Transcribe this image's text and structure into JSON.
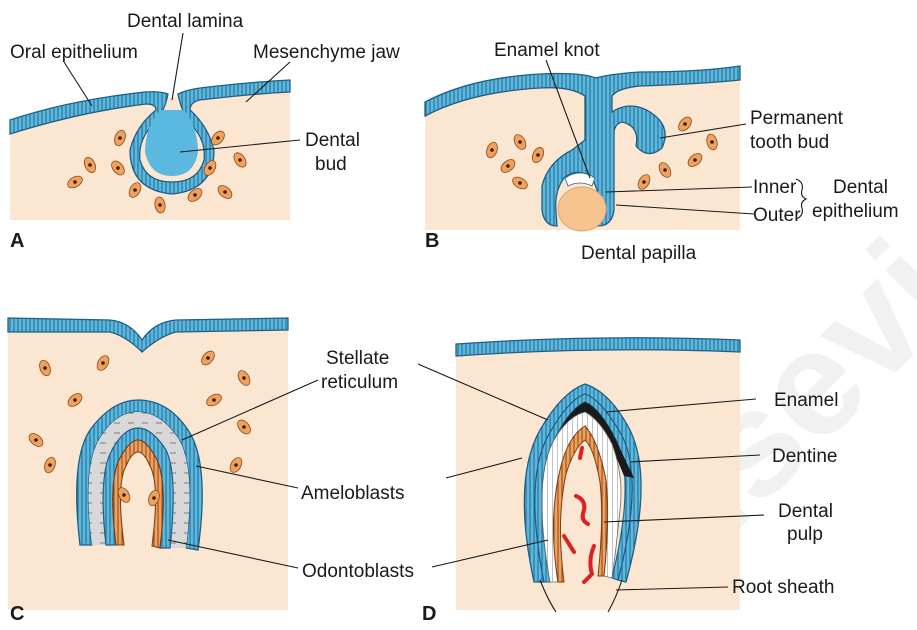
{
  "panels": {
    "a": "A",
    "b": "B",
    "c": "C",
    "d": "D"
  },
  "labels": {
    "oral_epithelium": "Oral epithelium",
    "dental_lamina": "Dental lamina",
    "mesenchyme_jaw": "Mesenchyme jaw",
    "dental_bud_line1": "Dental",
    "dental_bud_line2": "bud",
    "enamel_knot": "Enamel knot",
    "permanent_line1": "Permanent",
    "permanent_line2": "tooth bud",
    "inner": "Inner",
    "outer": "Outer",
    "dental_epithelium_line1": "Dental",
    "dental_epithelium_line2": "epithelium",
    "dental_papilla": "Dental papilla",
    "stellate_line1": "Stellate",
    "stellate_line2": "reticulum",
    "ameloblasts": "Ameloblasts",
    "odontoblasts": "Odontoblasts",
    "enamel": "Enamel",
    "dentine": "Dentine",
    "dental_pulp_line1": "Dental",
    "dental_pulp_line2": "pulp",
    "root_sheath": "Root sheath"
  },
  "watermark": "Elsevier",
  "colors": {
    "epithelium": "#5bb8de",
    "mesenchyme": "#fbe6d2",
    "mesenchymal_cell": "#f0a15d",
    "stellate_reticulum": "#d8d8d8",
    "enamel": "#1a1a1a",
    "pulp_vessels": "#e02020"
  }
}
